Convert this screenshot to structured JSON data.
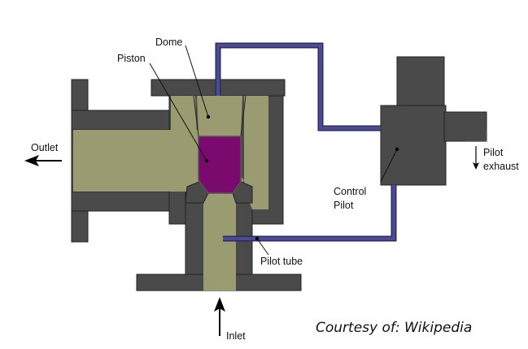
{
  "labels": {
    "dome": "Dome",
    "piston": "Piston",
    "outlet": "Outlet",
    "control_pilot_line1": "Control",
    "control_pilot_line2": "Pilot",
    "pilot_exhaust_line1": "Pilot",
    "pilot_exhaust_line2": "exhaust",
    "pilot_tube": "Pilot tube",
    "inlet": "Inlet"
  },
  "credit": "Courtesy of: Wikipedia",
  "colors": {
    "body": "#4a4a4a",
    "fluid": "#9b9b72",
    "piston": "#7a0a6e",
    "tube": "#4b4b8e",
    "tube_edge": "#2a2a66"
  }
}
